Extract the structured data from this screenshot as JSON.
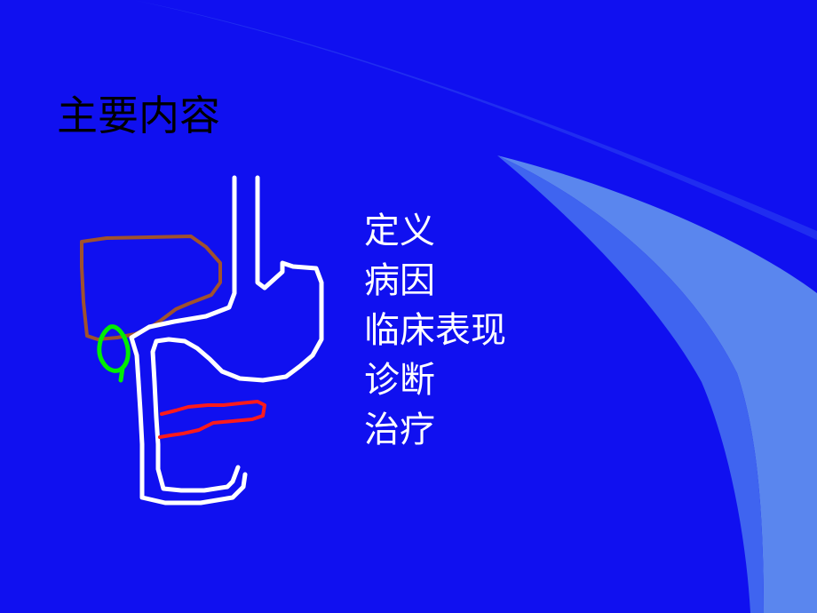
{
  "slide": {
    "title": "主要内容",
    "topics": [
      "定义",
      "病因",
      "临床表现",
      "诊断",
      "治疗"
    ]
  },
  "colors": {
    "background": "#1010f0",
    "swoosh_light": "#5a86ee",
    "swoosh_mid": "#3f64f0",
    "title_text": "#000000",
    "topic_text": "#ffffff",
    "liver_outline": "#a0522d",
    "gallbladder_outline": "#00ee00",
    "pancreatic_duct": "#ff1a1a",
    "gi_outline": "#ffffff"
  }
}
